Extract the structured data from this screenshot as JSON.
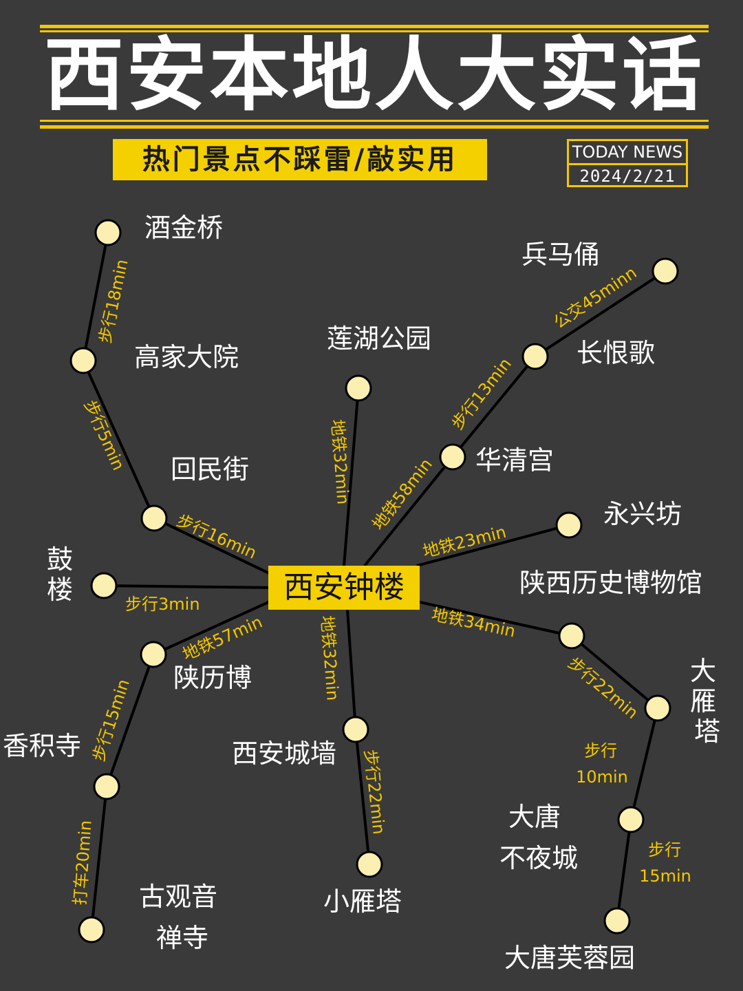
{
  "header": {
    "title": "西安本地人大实话",
    "subtitle": "热门景点不踩雷/敲实用",
    "news_label": "TODAY NEWS",
    "date": "2024/2/21"
  },
  "colors": {
    "background": "#3a3a3a",
    "accent": "#f4c700",
    "node_fill": "#fbefb2",
    "text": "#ffffff"
  },
  "center": "西安钟楼",
  "places": {
    "jiujinqiao": "酒金桥",
    "gaojiadayuan": "高家大院",
    "huiminjie": "回民街",
    "gulou": "鼓楼",
    "shanlibo": "陕历博",
    "xiangjisi": "香积寺",
    "guguanyin": "古观音禅寺",
    "lianhu": "莲湖公园",
    "chengqiang": "西安城墙",
    "xiaoyanta": "小雁塔",
    "bingmayong": "兵马俑",
    "changhenge": "长恨歌",
    "huaqinggong": "华清宫",
    "yongxingfang": "永兴坊",
    "shaanxi_museum": "陕西历史博物馆",
    "dayanta": "大雁塔",
    "datang_buyecheng": "大唐不夜城",
    "datang_furongyuan": "大唐芙蓉园"
  },
  "routes": {
    "jiujin_gaojia": "步行18min",
    "gaojia_huimin": "步行5min",
    "huimin_center": "步行16min",
    "gulou_center": "步行3min",
    "center_shanlibo": "地铁57min",
    "shanlibo_xiangji": "步行15min",
    "xiangji_guguanyin": "打车20min",
    "center_lianhu": "地铁32min",
    "center_chengqiang": "地铁32min",
    "chengqiang_xiaoyan": "步行22min",
    "center_huaqing": "地铁58min",
    "huaqing_changhen": "步行13min",
    "changhen_bingma": "公交45minn",
    "center_yongxing": "地铁23min",
    "center_dayan_a": "地铁34min",
    "dayan_a_dayan": "步行22min",
    "dayan_buyecheng_1": "步行",
    "dayan_buyecheng_2": "10min",
    "buyecheng_furong_1": "步行",
    "buyecheng_furong_2": "15min"
  }
}
